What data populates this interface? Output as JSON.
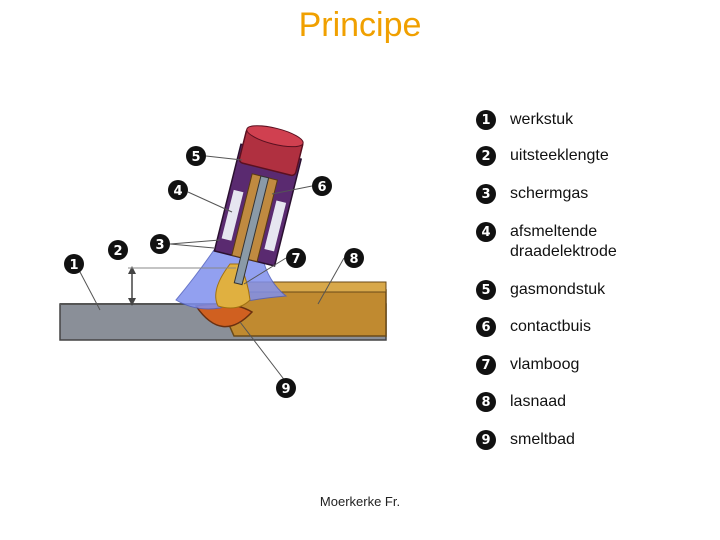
{
  "title": "Principe",
  "footer": "Moerkerke Fr.",
  "legend": [
    {
      "num": "1",
      "label": "werkstuk"
    },
    {
      "num": "2",
      "label": "uitsteeklengte"
    },
    {
      "num": "3",
      "label": "schermgas"
    },
    {
      "num": "4",
      "label": "afsmeltende draadelektrode"
    },
    {
      "num": "5",
      "label": "gasmondstuk"
    },
    {
      "num": "6",
      "label": "contactbuis"
    },
    {
      "num": "7",
      "label": "vlamboog"
    },
    {
      "num": "8",
      "label": "lasnaad"
    },
    {
      "num": "9",
      "label": "smeltbad"
    }
  ],
  "diagram_markers": [
    "1",
    "2",
    "3",
    "4",
    "5",
    "6",
    "7",
    "8",
    "9"
  ],
  "colors": {
    "title": "#f0a000",
    "workpiece": "#8a8f98",
    "weld_seam": "#c08a30",
    "nozzle_outer": "#b03040",
    "nozzle_inner": "#5a2a70",
    "shielding_gas": "#8090ee",
    "arc": "#e0b040",
    "melt_pool": "#d06020"
  }
}
